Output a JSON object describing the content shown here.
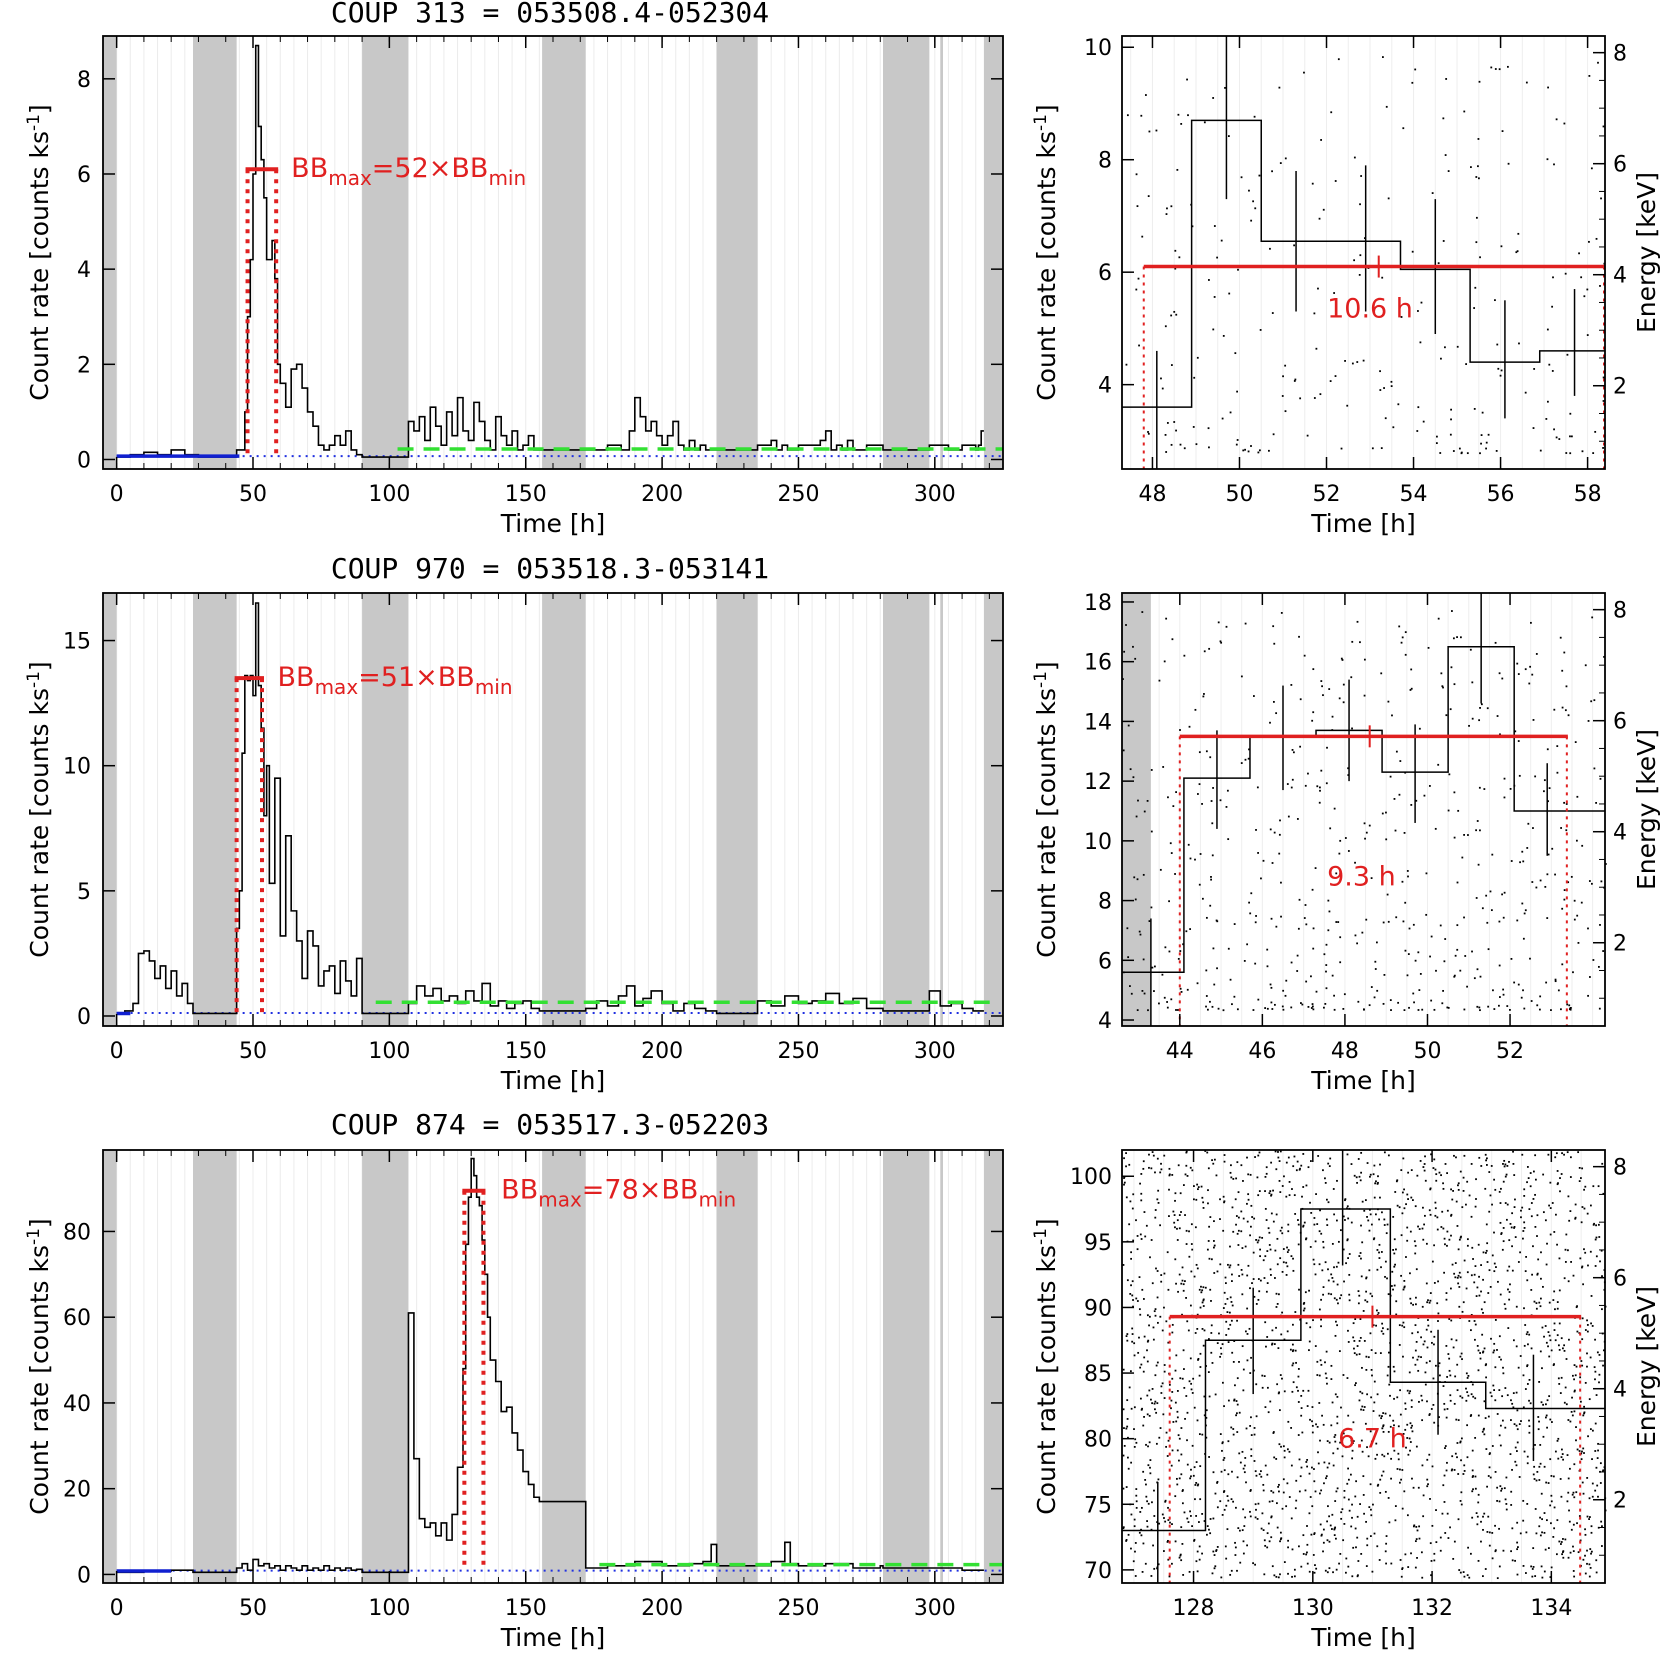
{
  "panels": [
    {
      "title": "COUP 313 = 053508.4-052304",
      "left": {
        "xlabel": "Time [h]",
        "ylabel_main": "Count rate [counts ks",
        "ylabel_sup": "-1",
        "ylabel_end": "]",
        "xlim": [
          -5,
          325
        ],
        "ylim": [
          -0.2,
          8.9
        ],
        "xticks": [
          0,
          50,
          100,
          150,
          200,
          250,
          300
        ],
        "yticks": [
          0,
          2,
          4,
          6,
          8
        ],
        "gaps": [
          [
            -5,
            0
          ],
          [
            28,
            44
          ],
          [
            90,
            107
          ],
          [
            156,
            172
          ],
          [
            220,
            235
          ],
          [
            281,
            298
          ],
          [
            302,
            303
          ],
          [
            318,
            325
          ]
        ],
        "lc_x": [
          0,
          5,
          10,
          15,
          20,
          25,
          30,
          44,
          47,
          48,
          49,
          50,
          51,
          52,
          53,
          54,
          55,
          57,
          58,
          59,
          60,
          62,
          64,
          66,
          68,
          70,
          72,
          74,
          76,
          78,
          80,
          82,
          84,
          86,
          88,
          90,
          107,
          109,
          111,
          113,
          115,
          117,
          119,
          121,
          123,
          125,
          127,
          129,
          131,
          133,
          135,
          137,
          139,
          141,
          143,
          145,
          147,
          149,
          151,
          153,
          155,
          172,
          180,
          185,
          188,
          190,
          192,
          194,
          196,
          198,
          200,
          202,
          204,
          206,
          208,
          210,
          212,
          214,
          216,
          220,
          235,
          240,
          242,
          244,
          246,
          250,
          258,
          260,
          262,
          264,
          266,
          268,
          270,
          275,
          281,
          298,
          305,
          310,
          315,
          316,
          317,
          318
        ],
        "lc_y": [
          0.05,
          0.1,
          0.15,
          0.1,
          0.2,
          0.1,
          0.05,
          0.2,
          1.0,
          3.0,
          4.2,
          6.0,
          8.7,
          7.0,
          6.3,
          5.5,
          4.2,
          4.6,
          3.8,
          2.0,
          1.6,
          1.1,
          1.9,
          2.0,
          1.5,
          1.0,
          0.7,
          0.3,
          0.2,
          0.3,
          0.5,
          0.3,
          0.6,
          0.2,
          0.1,
          0.05,
          0.8,
          0.6,
          0.9,
          0.4,
          1.1,
          0.7,
          0.3,
          1.0,
          0.5,
          1.3,
          0.6,
          0.4,
          1.2,
          0.8,
          0.4,
          0.2,
          0.9,
          0.5,
          0.3,
          0.6,
          0.2,
          0.3,
          0.5,
          0.2,
          0.2,
          0.2,
          0.3,
          0.2,
          0.6,
          1.3,
          0.9,
          0.6,
          0.8,
          0.5,
          0.3,
          0.5,
          0.8,
          0.3,
          0.2,
          0.4,
          0.2,
          0.3,
          0.2,
          0.2,
          0.3,
          0.4,
          0.2,
          0.3,
          0.2,
          0.3,
          0.4,
          0.6,
          0.2,
          0.3,
          0.2,
          0.4,
          0.2,
          0.3,
          0.2,
          0.3,
          0.2,
          0.3,
          0.2,
          0.3,
          0.6,
          0.8
        ],
        "quiescent": [
          0,
          45,
          0.07
        ],
        "quiescent2": [
          103,
          325,
          0.22
        ],
        "floor": 0.07,
        "bb": [
          48,
          58.5,
          6.1
        ],
        "ann_main": "BB",
        "ann_sub1": "max",
        "ann_mid": "=52×BB",
        "ann_sub2": "min",
        "ann_pos": [
          64,
          6.1
        ]
      },
      "right": {
        "xlabel": "Time [h]",
        "ylabel_main": "Count rate [counts ks",
        "ylabel_sup": "-1",
        "ylabel_end": "]",
        "y2label": "Energy [keV]",
        "xlim": [
          47.3,
          58.4
        ],
        "ylim": [
          2.5,
          10.2
        ],
        "y2lim": [
          0.5,
          8.3
        ],
        "xticks": [
          48,
          50,
          52,
          54,
          56,
          58
        ],
        "yticks": [
          4,
          6,
          8,
          10
        ],
        "y2ticks": [
          2,
          4,
          6,
          8
        ],
        "gaps": [],
        "blocks": [
          [
            47.3,
            48.9,
            3.6
          ],
          [
            48.9,
            50.5,
            8.7
          ],
          [
            50.5,
            53.7,
            6.55
          ],
          [
            53.7,
            55.3,
            6.05
          ],
          [
            55.3,
            56.9,
            4.4
          ],
          [
            56.9,
            58.4,
            4.6
          ]
        ],
        "errors": [
          [
            48.1,
            2.5,
            4.6
          ],
          [
            49.7,
            7.3,
            10.2
          ],
          [
            51.3,
            5.3,
            7.8
          ],
          [
            52.9,
            5.3,
            7.9
          ],
          [
            54.5,
            4.9,
            7.3
          ],
          [
            56.1,
            3.4,
            5.5
          ],
          [
            57.7,
            3.8,
            5.7
          ]
        ],
        "bb": [
          47.8,
          58.4,
          6.1
        ],
        "bb_mid": 53.2,
        "ann": "10.6 h",
        "ann_pos": [
          53.0,
          5.35
        ],
        "n_events": 260
      }
    },
    {
      "title": "COUP 970 = 053518.3-053141",
      "left": {
        "xlabel": "Time [h]",
        "ylabel_main": "Count rate [counts ks",
        "ylabel_sup": "-1",
        "ylabel_end": "]",
        "xlim": [
          -5,
          325
        ],
        "ylim": [
          -0.4,
          16.9
        ],
        "xticks": [
          0,
          50,
          100,
          150,
          200,
          250,
          300
        ],
        "yticks": [
          0,
          5,
          10,
          15
        ],
        "gaps": [
          [
            -5,
            0
          ],
          [
            28,
            44
          ],
          [
            90,
            107
          ],
          [
            156,
            172
          ],
          [
            220,
            235
          ],
          [
            281,
            298
          ],
          [
            302,
            303
          ],
          [
            318,
            325
          ]
        ],
        "lc_x": [
          0,
          3,
          6,
          8,
          10,
          12,
          14,
          16,
          18,
          20,
          22,
          24,
          26,
          28,
          44,
          45,
          46,
          47,
          48,
          49,
          50,
          51,
          52,
          53,
          54,
          55,
          56,
          58,
          60,
          62,
          64,
          66,
          68,
          70,
          72,
          74,
          76,
          78,
          80,
          82,
          84,
          86,
          88,
          90,
          107,
          110,
          113,
          116,
          119,
          122,
          125,
          128,
          131,
          134,
          137,
          140,
          143,
          146,
          149,
          152,
          155,
          172,
          176,
          180,
          184,
          187,
          190,
          193,
          196,
          200,
          204,
          208,
          212,
          216,
          220,
          235,
          240,
          245,
          250,
          255,
          260,
          265,
          270,
          275,
          281,
          298,
          302,
          306,
          310,
          314,
          318
        ],
        "lc_y": [
          0.1,
          0.2,
          0.5,
          2.5,
          2.6,
          2.2,
          1.5,
          2.0,
          1.1,
          1.8,
          0.8,
          1.3,
          0.5,
          0.1,
          3.5,
          5.0,
          10.5,
          13.6,
          13.4,
          13.6,
          12.8,
          16.5,
          13.2,
          11.5,
          8.0,
          10.0,
          5.3,
          9.5,
          3.2,
          7.2,
          4.2,
          3.0,
          1.5,
          3.4,
          2.8,
          1.2,
          1.8,
          2.0,
          0.9,
          2.2,
          1.4,
          0.8,
          2.3,
          0.1,
          0.5,
          1.2,
          0.8,
          1.1,
          0.6,
          0.8,
          0.5,
          1.0,
          0.6,
          1.3,
          0.4,
          0.6,
          0.3,
          0.5,
          0.6,
          0.3,
          0.2,
          0.3,
          0.6,
          0.4,
          0.8,
          1.2,
          0.4,
          0.7,
          1.0,
          0.5,
          0.2,
          0.5,
          0.3,
          0.2,
          0.1,
          0.6,
          0.4,
          0.8,
          0.5,
          0.6,
          0.9,
          0.5,
          0.7,
          0.3,
          0.2,
          1.0,
          0.4,
          0.5,
          0.3,
          0.2,
          0.1
        ],
        "quiescent": [
          0,
          5,
          0.1
        ],
        "quiescent2": [
          95,
          322,
          0.55
        ],
        "floor": 0.12,
        "bb": [
          44,
          53.3,
          13.5
        ],
        "ann_main": "BB",
        "ann_sub1": "max",
        "ann_mid": "=51×BB",
        "ann_sub2": "min",
        "ann_pos": [
          59,
          13.5
        ]
      },
      "right": {
        "xlabel": "Time [h]",
        "ylabel_main": "Count rate [counts ks",
        "ylabel_sup": "-1",
        "ylabel_end": "]",
        "y2label": "Energy [keV]",
        "xlim": [
          42.6,
          54.3
        ],
        "ylim": [
          3.8,
          18.3
        ],
        "y2lim": [
          0.5,
          8.3
        ],
        "xticks": [
          44,
          46,
          48,
          50,
          52
        ],
        "yticks": [
          4,
          6,
          8,
          10,
          12,
          14,
          16,
          18
        ],
        "y2ticks": [
          2,
          4,
          6,
          8
        ],
        "gaps": [
          [
            42.6,
            43.3
          ]
        ],
        "blocks": [
          [
            42.6,
            44.1,
            5.6
          ],
          [
            44.1,
            45.7,
            12.1
          ],
          [
            45.7,
            47.3,
            13.5
          ],
          [
            47.3,
            48.9,
            13.7
          ],
          [
            48.9,
            50.5,
            12.3
          ],
          [
            50.5,
            52.1,
            16.5
          ],
          [
            52.1,
            54.3,
            11.0
          ]
        ],
        "errors": [
          [
            43.3,
            3.8,
            7.4
          ],
          [
            44.9,
            10.4,
            13.7
          ],
          [
            46.5,
            11.7,
            15.2
          ],
          [
            48.1,
            12.0,
            15.4
          ],
          [
            49.7,
            10.6,
            13.9
          ],
          [
            51.3,
            14.6,
            18.3
          ],
          [
            52.9,
            9.5,
            12.6
          ]
        ],
        "bb": [
          44.0,
          53.4,
          13.5
        ],
        "bb_mid": 48.6,
        "ann": "9.3 h",
        "ann_pos": [
          48.4,
          8.8
        ],
        "n_events": 560
      }
    },
    {
      "title": "COUP 874 = 053517.3-052203",
      "left": {
        "xlabel": "Time [h]",
        "ylabel_main": "Count rate [counts ks",
        "ylabel_sup": "-1",
        "ylabel_end": "]",
        "xlim": [
          -5,
          325
        ],
        "ylim": [
          -2,
          99
        ],
        "xticks": [
          0,
          50,
          100,
          150,
          200,
          250,
          300
        ],
        "yticks": [
          0,
          20,
          40,
          60,
          80
        ],
        "gaps": [
          [
            -5,
            0
          ],
          [
            28,
            44
          ],
          [
            90,
            107
          ],
          [
            156,
            172
          ],
          [
            220,
            235
          ],
          [
            281,
            298
          ],
          [
            302,
            303
          ],
          [
            318,
            325
          ]
        ],
        "lc_x": [
          0,
          10,
          20,
          28,
          44,
          46,
          48,
          50,
          52,
          54,
          56,
          58,
          60,
          62,
          64,
          66,
          68,
          70,
          72,
          74,
          76,
          78,
          80,
          82,
          84,
          86,
          88,
          90,
          107,
          109,
          111,
          113,
          115,
          117,
          119,
          121,
          123,
          125,
          127,
          128,
          129,
          130,
          131,
          132,
          133,
          134,
          135,
          136,
          137,
          139,
          141,
          143,
          145,
          147,
          149,
          151,
          153,
          155,
          172,
          180,
          190,
          200,
          210,
          215,
          218,
          220,
          235,
          240,
          245,
          247,
          250,
          260,
          270,
          280,
          281,
          298,
          310,
          318
        ],
        "lc_y": [
          0.5,
          0.8,
          1.0,
          0.5,
          1.5,
          2.5,
          1.0,
          3.5,
          2.0,
          2.5,
          1.5,
          2.0,
          1.0,
          2.0,
          1.5,
          1.0,
          2.0,
          1.0,
          1.5,
          1.0,
          2.0,
          1.0,
          1.5,
          1.0,
          1.5,
          1.0,
          1.2,
          0.5,
          61.0,
          27.0,
          13.0,
          11.0,
          12.0,
          9.0,
          12.0,
          8.0,
          14.0,
          25.0,
          48.0,
          77.0,
          88.0,
          97.0,
          93.0,
          88.0,
          86.0,
          78.0,
          70.0,
          60.0,
          50.0,
          45.0,
          38.0,
          39.0,
          33.0,
          29.0,
          24.0,
          21.0,
          18.0,
          17.0,
          1.5,
          2.0,
          3.0,
          2.0,
          2.5,
          3.0,
          7.0,
          2.0,
          2.0,
          3.0,
          7.5,
          2.5,
          2.0,
          2.5,
          1.5,
          2.0,
          1.5,
          1.5,
          1.0,
          1.0
        ],
        "quiescent": [
          0,
          20,
          0.8
        ],
        "quiescent2": [
          177,
          325,
          2.3
        ],
        "floor": 0.9,
        "bb": [
          127.5,
          134.5,
          89.5
        ],
        "ann_main": "BB",
        "ann_sub1": "max",
        "ann_mid": "=78×BB",
        "ann_sub2": "min",
        "ann_pos": [
          141,
          89.5
        ]
      },
      "right": {
        "xlabel": "Time [h]",
        "ylabel_main": "Count rate [counts ks",
        "ylabel_sup": "-1",
        "ylabel_end": "]",
        "y2label": "Energy [keV]",
        "xlim": [
          126.8,
          134.9
        ],
        "ylim": [
          69,
          102
        ],
        "y2lim": [
          0.5,
          8.3
        ],
        "xticks": [
          128,
          130,
          132,
          134
        ],
        "yticks": [
          70,
          75,
          80,
          85,
          90,
          95,
          100
        ],
        "y2ticks": [
          2,
          4,
          6,
          8
        ],
        "gaps": [],
        "blocks": [
          [
            126.8,
            128.2,
            73.0
          ],
          [
            128.2,
            129.8,
            87.5
          ],
          [
            129.8,
            131.3,
            97.5
          ],
          [
            131.3,
            132.9,
            84.3
          ],
          [
            132.9,
            134.9,
            82.3
          ]
        ],
        "errors": [
          [
            127.4,
            69,
            76.7
          ],
          [
            129.0,
            83.4,
            91.5
          ],
          [
            130.5,
            93.2,
            102
          ],
          [
            132.1,
            80.3,
            88.3
          ],
          [
            133.7,
            78.3,
            86.4
          ]
        ],
        "bb": [
          127.6,
          134.5,
          89.3
        ],
        "bb_mid": 131.0,
        "ann": "6.7 h",
        "ann_pos": [
          131.0,
          80.0
        ],
        "n_events": 2400
      }
    }
  ]
}
